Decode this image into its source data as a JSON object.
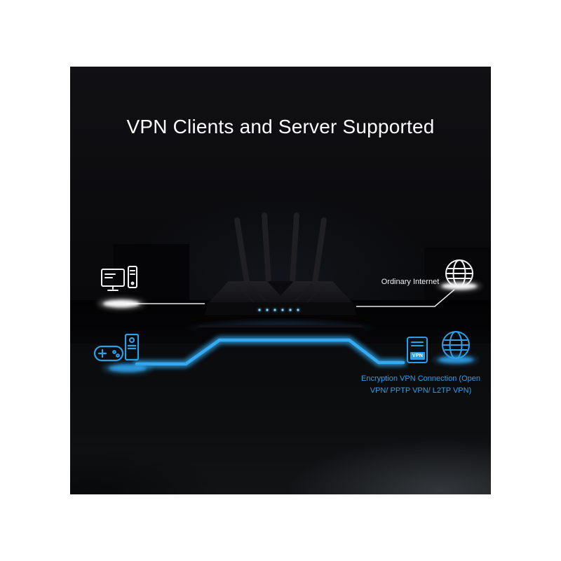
{
  "headline": "VPN Clients and Server Supported",
  "labels": {
    "ordinary_internet": "Ordinary Internet",
    "encryption_caption": "Encryption VPN Connection (Open VPN/ PPTP VPN/ L2TP VPN)",
    "vpn_badge": "VPN"
  },
  "colors": {
    "accent_blue": "#2D9FE6",
    "led_blue": "#7FD4FF",
    "line_white": "#F3F3F5",
    "panel_background": "#0A0A0C",
    "page_background": "#FFFFFF"
  },
  "icons": [
    "desktop-computer-icon",
    "gaming-pc-icon",
    "globe-white-icon",
    "globe-blue-icon",
    "vpn-server-icon",
    "router-illustration"
  ]
}
